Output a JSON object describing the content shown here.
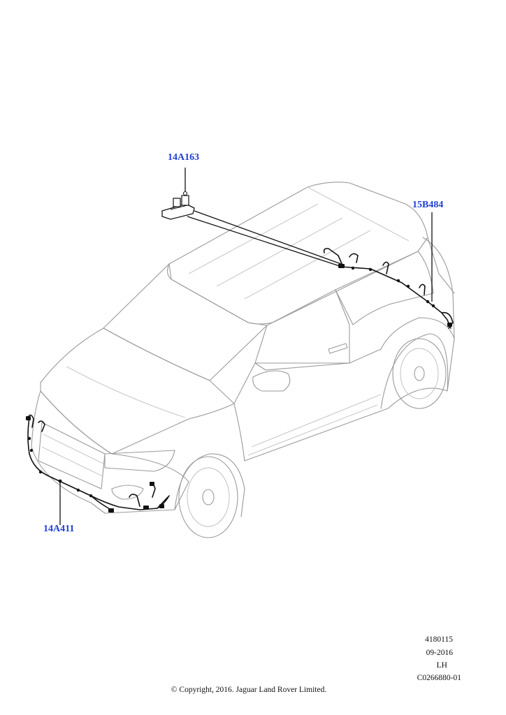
{
  "callouts": {
    "top_part": "14A163",
    "right_part": "15B484",
    "front_part": "14A411"
  },
  "metadata": {
    "ref_number": "4180115",
    "date": "09-2016",
    "side": "LH",
    "illustration_code": "C0266880-01"
  },
  "copyright": "© Copyright, 2016. Jaguar Land Rover Limited.",
  "colors": {
    "callout_text": "#1f3fd6",
    "vehicle_outline": "#9a9a9a",
    "harness": "#111111"
  }
}
